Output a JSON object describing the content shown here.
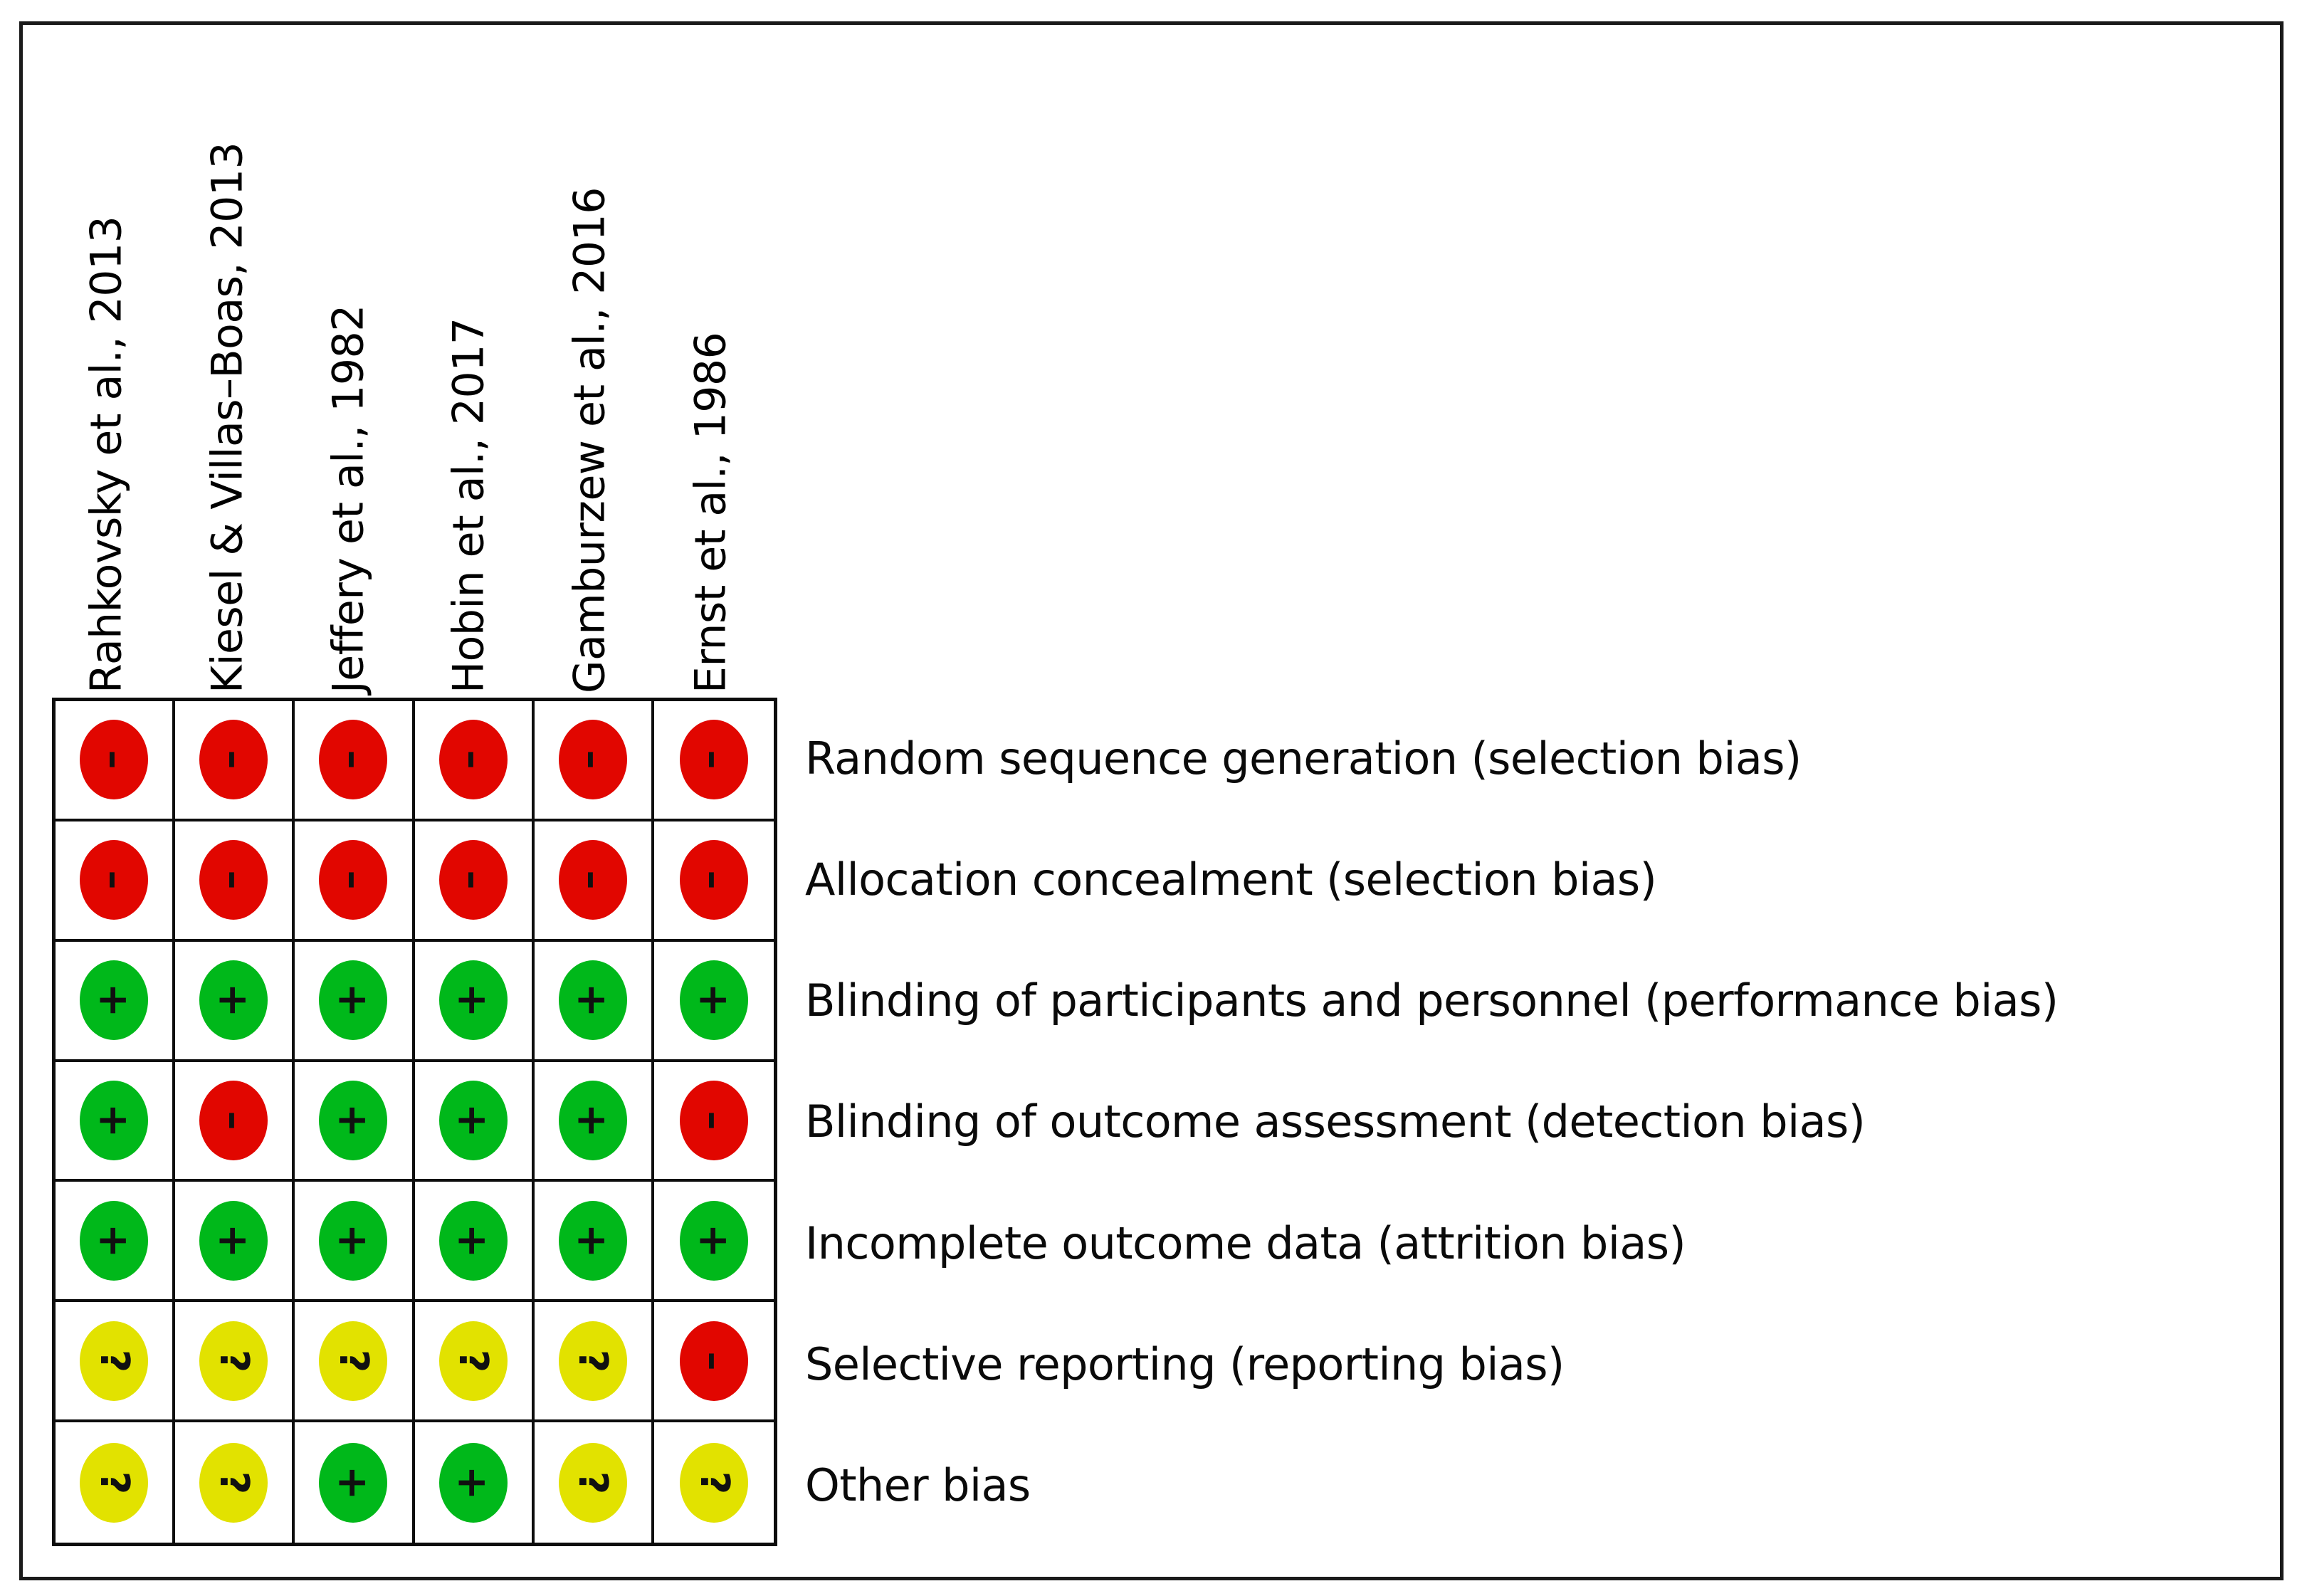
{
  "figure": {
    "type": "risk-of-bias-summary",
    "colors": {
      "high_risk": "#E10600",
      "low_risk": "#00B81A",
      "unclear_risk": "#E2E200",
      "grid_line": "#0d0d0d",
      "background": "#ffffff"
    },
    "legend_glyphs": {
      "high_risk": "–",
      "low_risk": "+",
      "unclear_risk": "?"
    }
  },
  "columns": [
    {
      "label": "Rahkovsky et al., 2013"
    },
    {
      "label": "Kiesel & Villas–Boas, 2013"
    },
    {
      "label": "Jeffery et al., 1982"
    },
    {
      "label": "Hobin et al., 2017"
    },
    {
      "label": "Gamburzew et al., 2016"
    },
    {
      "label": "Ernst et al., 1986"
    }
  ],
  "rows": [
    {
      "label": "Random sequence generation (selection bias)"
    },
    {
      "label": "Allocation concealment (selection bias)"
    },
    {
      "label": "Blinding of participants and personnel (performance bias)"
    },
    {
      "label": "Blinding of outcome assessment (detection bias)"
    },
    {
      "label": "Incomplete outcome data (attrition bias)"
    },
    {
      "label": "Selective reporting (reporting bias)"
    },
    {
      "label": "Other bias"
    }
  ],
  "chart_data": {
    "type": "heatmap",
    "title": "",
    "xlabel": "",
    "ylabel": "",
    "categories": [
      "Rahkovsky et al., 2013",
      "Kiesel & Villas–Boas, 2013",
      "Jeffery et al., 1982",
      "Hobin et al., 2017",
      "Gamburzew et al., 2016",
      "Ernst et al., 1986"
    ],
    "rows": [
      "Random sequence generation (selection bias)",
      "Allocation concealment (selection bias)",
      "Blinding of participants and personnel (performance bias)",
      "Blinding of outcome assessment (detection bias)",
      "Incomplete outcome data (attrition bias)",
      "Selective reporting (reporting bias)",
      "Other bias"
    ],
    "value_levels": [
      "high",
      "low",
      "unclear"
    ],
    "values": [
      [
        "high",
        "high",
        "high",
        "high",
        "high",
        "high"
      ],
      [
        "high",
        "high",
        "high",
        "high",
        "high",
        "high"
      ],
      [
        "low",
        "low",
        "low",
        "low",
        "low",
        "low"
      ],
      [
        "low",
        "high",
        "low",
        "low",
        "low",
        "high"
      ],
      [
        "low",
        "low",
        "low",
        "low",
        "low",
        "low"
      ],
      [
        "unclear",
        "unclear",
        "unclear",
        "unclear",
        "unclear",
        "high"
      ],
      [
        "unclear",
        "unclear",
        "low",
        "low",
        "unclear",
        "unclear"
      ]
    ],
    "grid": true,
    "legend_position": "none"
  }
}
